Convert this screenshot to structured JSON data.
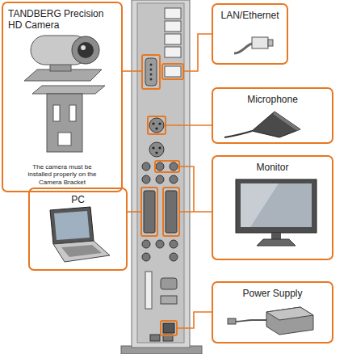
{
  "diagram": {
    "nodes": [
      {
        "text": [
          "TANDBERG Precision HD Camera",
          "The camera must be installed properly on the Camera Bracket"
        ]
      },
      {
        "text": [
          "LAN/Ethernet"
        ]
      },
      {
        "text": [
          "Microphone"
        ]
      },
      {
        "text": [
          "Monitor"
        ]
      },
      {
        "text": [
          "PC"
        ]
      },
      {
        "text": [
          "Power Supply"
        ]
      }
    ]
  }
}
